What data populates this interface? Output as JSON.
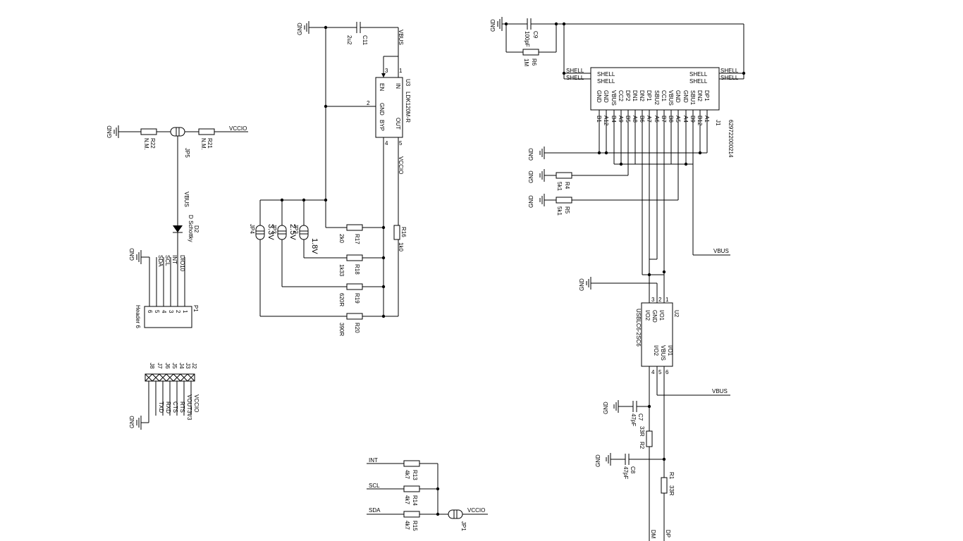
{
  "nets": {
    "gnd": "GND",
    "vbus": "VBUS",
    "vccio": "VCCIO",
    "int": "INT",
    "scl": "SCL",
    "sda": "SDA",
    "shell": "SHELL",
    "dm": "DM",
    "dp": "DP"
  },
  "regulator": {
    "ref": "U3",
    "part": "LDK120M-R",
    "pins": {
      "en": "EN",
      "in": "IN",
      "gnd": "GND",
      "out": "OUT",
      "byp": "BYP"
    },
    "pin_numbers": [
      "1",
      "2",
      "3",
      "4",
      "5"
    ]
  },
  "caps": [
    {
      "ref": "C11",
      "value": "2u2"
    },
    {
      "ref": "C9",
      "value": "100pF"
    },
    {
      "ref": "C7",
      "value": "47pF"
    },
    {
      "ref": "C8",
      "value": "47pF"
    }
  ],
  "resistors": [
    {
      "ref": "R22",
      "value": "N.M."
    },
    {
      "ref": "R21",
      "value": "N.M."
    },
    {
      "ref": "R17",
      "value": "2k0"
    },
    {
      "ref": "R18",
      "value": "1k33"
    },
    {
      "ref": "R19",
      "value": "620R"
    },
    {
      "ref": "R20",
      "value": "390R"
    },
    {
      "ref": "R16",
      "value": "1k0"
    },
    {
      "ref": "R6",
      "value": "1M"
    },
    {
      "ref": "R4",
      "value": "5k1"
    },
    {
      "ref": "R5",
      "value": "5k1"
    },
    {
      "ref": "R2",
      "value": "33R"
    },
    {
      "ref": "R1",
      "value": "33R"
    },
    {
      "ref": "R13",
      "value": "4k7"
    },
    {
      "ref": "R14",
      "value": "4k7"
    },
    {
      "ref": "R15",
      "value": "4k7"
    }
  ],
  "jumpers": [
    {
      "ref": "JP5"
    },
    {
      "ref": "JP2",
      "label": "1.8V"
    },
    {
      "ref": "JP3",
      "label": "2.5V"
    },
    {
      "ref": "JP4",
      "label": "3.3V"
    },
    {
      "ref": "JP1"
    }
  ],
  "diode": {
    "ref": "D2",
    "value": "D Schottky"
  },
  "header": {
    "ref": "P1",
    "part": "Header 6",
    "pins": [
      "1",
      "2",
      "3",
      "4",
      "5",
      "6"
    ],
    "signals": [
      "DIO10",
      "INT",
      "SCL",
      "SDA"
    ]
  },
  "test_points": {
    "refs": [
      "J2",
      "J3",
      "J4",
      "J5",
      "J6",
      "J7",
      "J8"
    ],
    "signals": [
      "VCCIO",
      "VOUT3V3",
      "RTS",
      "CTS",
      "RXD",
      "TXD"
    ]
  },
  "usb_connector": {
    "ref": "J1",
    "part": "629722000214",
    "left_pins": [
      "GND",
      "GND",
      "VBUS",
      "CC2",
      "DP2",
      "DN1",
      "DN2",
      "DP1",
      "SBU2",
      "CC1",
      "VBUS",
      "GND"
    ],
    "right_pins": [
      "GND",
      "SBU1",
      "DN2",
      "DP1",
      "SBU2",
      "CC1",
      "VBUS",
      "GND"
    ],
    "pin_ids": [
      "B1",
      "A12",
      "B4",
      "A9",
      "B5",
      "A8",
      "B6",
      "A7",
      "A6",
      "B7",
      "B8",
      "A5",
      "A4",
      "B9",
      "B12",
      "A1"
    ]
  },
  "esd": {
    "ref": "U2",
    "part": "USBLC6-2SC6",
    "left_pins": [
      "I/O1",
      "GND",
      "I/O2"
    ],
    "right_pins": [
      "I/O1",
      "VBUS",
      "I/O2"
    ],
    "pin_numbers": [
      "1",
      "2",
      "3",
      "4",
      "5",
      "6"
    ]
  }
}
